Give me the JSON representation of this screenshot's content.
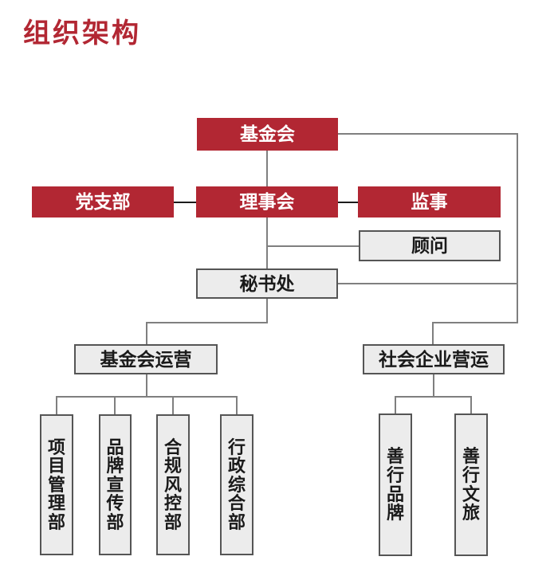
{
  "page": {
    "title": "组织架构"
  },
  "colors": {
    "accent_red": "#B22733",
    "node_red_fill": "#B22733",
    "node_red_text": "#FFFFFF",
    "node_gray_fill": "#ECECEC",
    "node_gray_border": "#555555",
    "node_gray_text": "#1A1A1A",
    "connector_gray": "#7F7F7F",
    "connector_black": "#1C1C1C",
    "background": "#FFFFFF"
  },
  "nodes": {
    "foundation": {
      "label": "基金会",
      "style": "red"
    },
    "party_branch": {
      "label": "党支部",
      "style": "red"
    },
    "board": {
      "label": "理事会",
      "style": "red"
    },
    "supervisors": {
      "label": "监事",
      "style": "red"
    },
    "advisors": {
      "label": "顾问",
      "style": "gray"
    },
    "secretariat": {
      "label": "秘书处",
      "style": "gray"
    },
    "foundation_operations": {
      "label": "基金会运营",
      "style": "gray"
    },
    "social_enterprise_operations": {
      "label": "社会企业营运",
      "style": "gray"
    },
    "project_management_dept": {
      "label": "项目管理部",
      "style": "gray-vertical"
    },
    "brand_publicity_dept": {
      "label": "品牌宣传部",
      "style": "gray-vertical"
    },
    "compliance_risk_dept": {
      "label": "合规风控部",
      "style": "gray-vertical"
    },
    "admin_general_dept": {
      "label": "行政综合部",
      "style": "gray-vertical"
    },
    "shanxing_brand": {
      "label": "善行品牌",
      "style": "gray-vertical"
    },
    "shanxing_culture_tourism": {
      "label": "善行文旅",
      "style": "gray-vertical"
    }
  },
  "edges": [
    {
      "from": "基金会",
      "to": "理事会"
    },
    {
      "from": "党支部",
      "to": "理事会",
      "type": "peer"
    },
    {
      "from": "理事会",
      "to": "监事",
      "type": "peer"
    },
    {
      "from": "理事会",
      "to": "顾问"
    },
    {
      "from": "理事会",
      "to": "秘书处"
    },
    {
      "from": "基金会",
      "to": "社会企业营运",
      "type": "right-side-line"
    },
    {
      "from": "秘书处",
      "to": "社会企业营运",
      "type": "right-side-line"
    },
    {
      "from": "秘书处",
      "to": "基金会运营"
    },
    {
      "from": "基金会运营",
      "to": "项目管理部"
    },
    {
      "from": "基金会运营",
      "to": "品牌宣传部"
    },
    {
      "from": "基金会运营",
      "to": "合规风控部"
    },
    {
      "from": "基金会运营",
      "to": "行政综合部"
    },
    {
      "from": "社会企业营运",
      "to": "善行品牌"
    },
    {
      "from": "社会企业营运",
      "to": "善行文旅"
    }
  ]
}
